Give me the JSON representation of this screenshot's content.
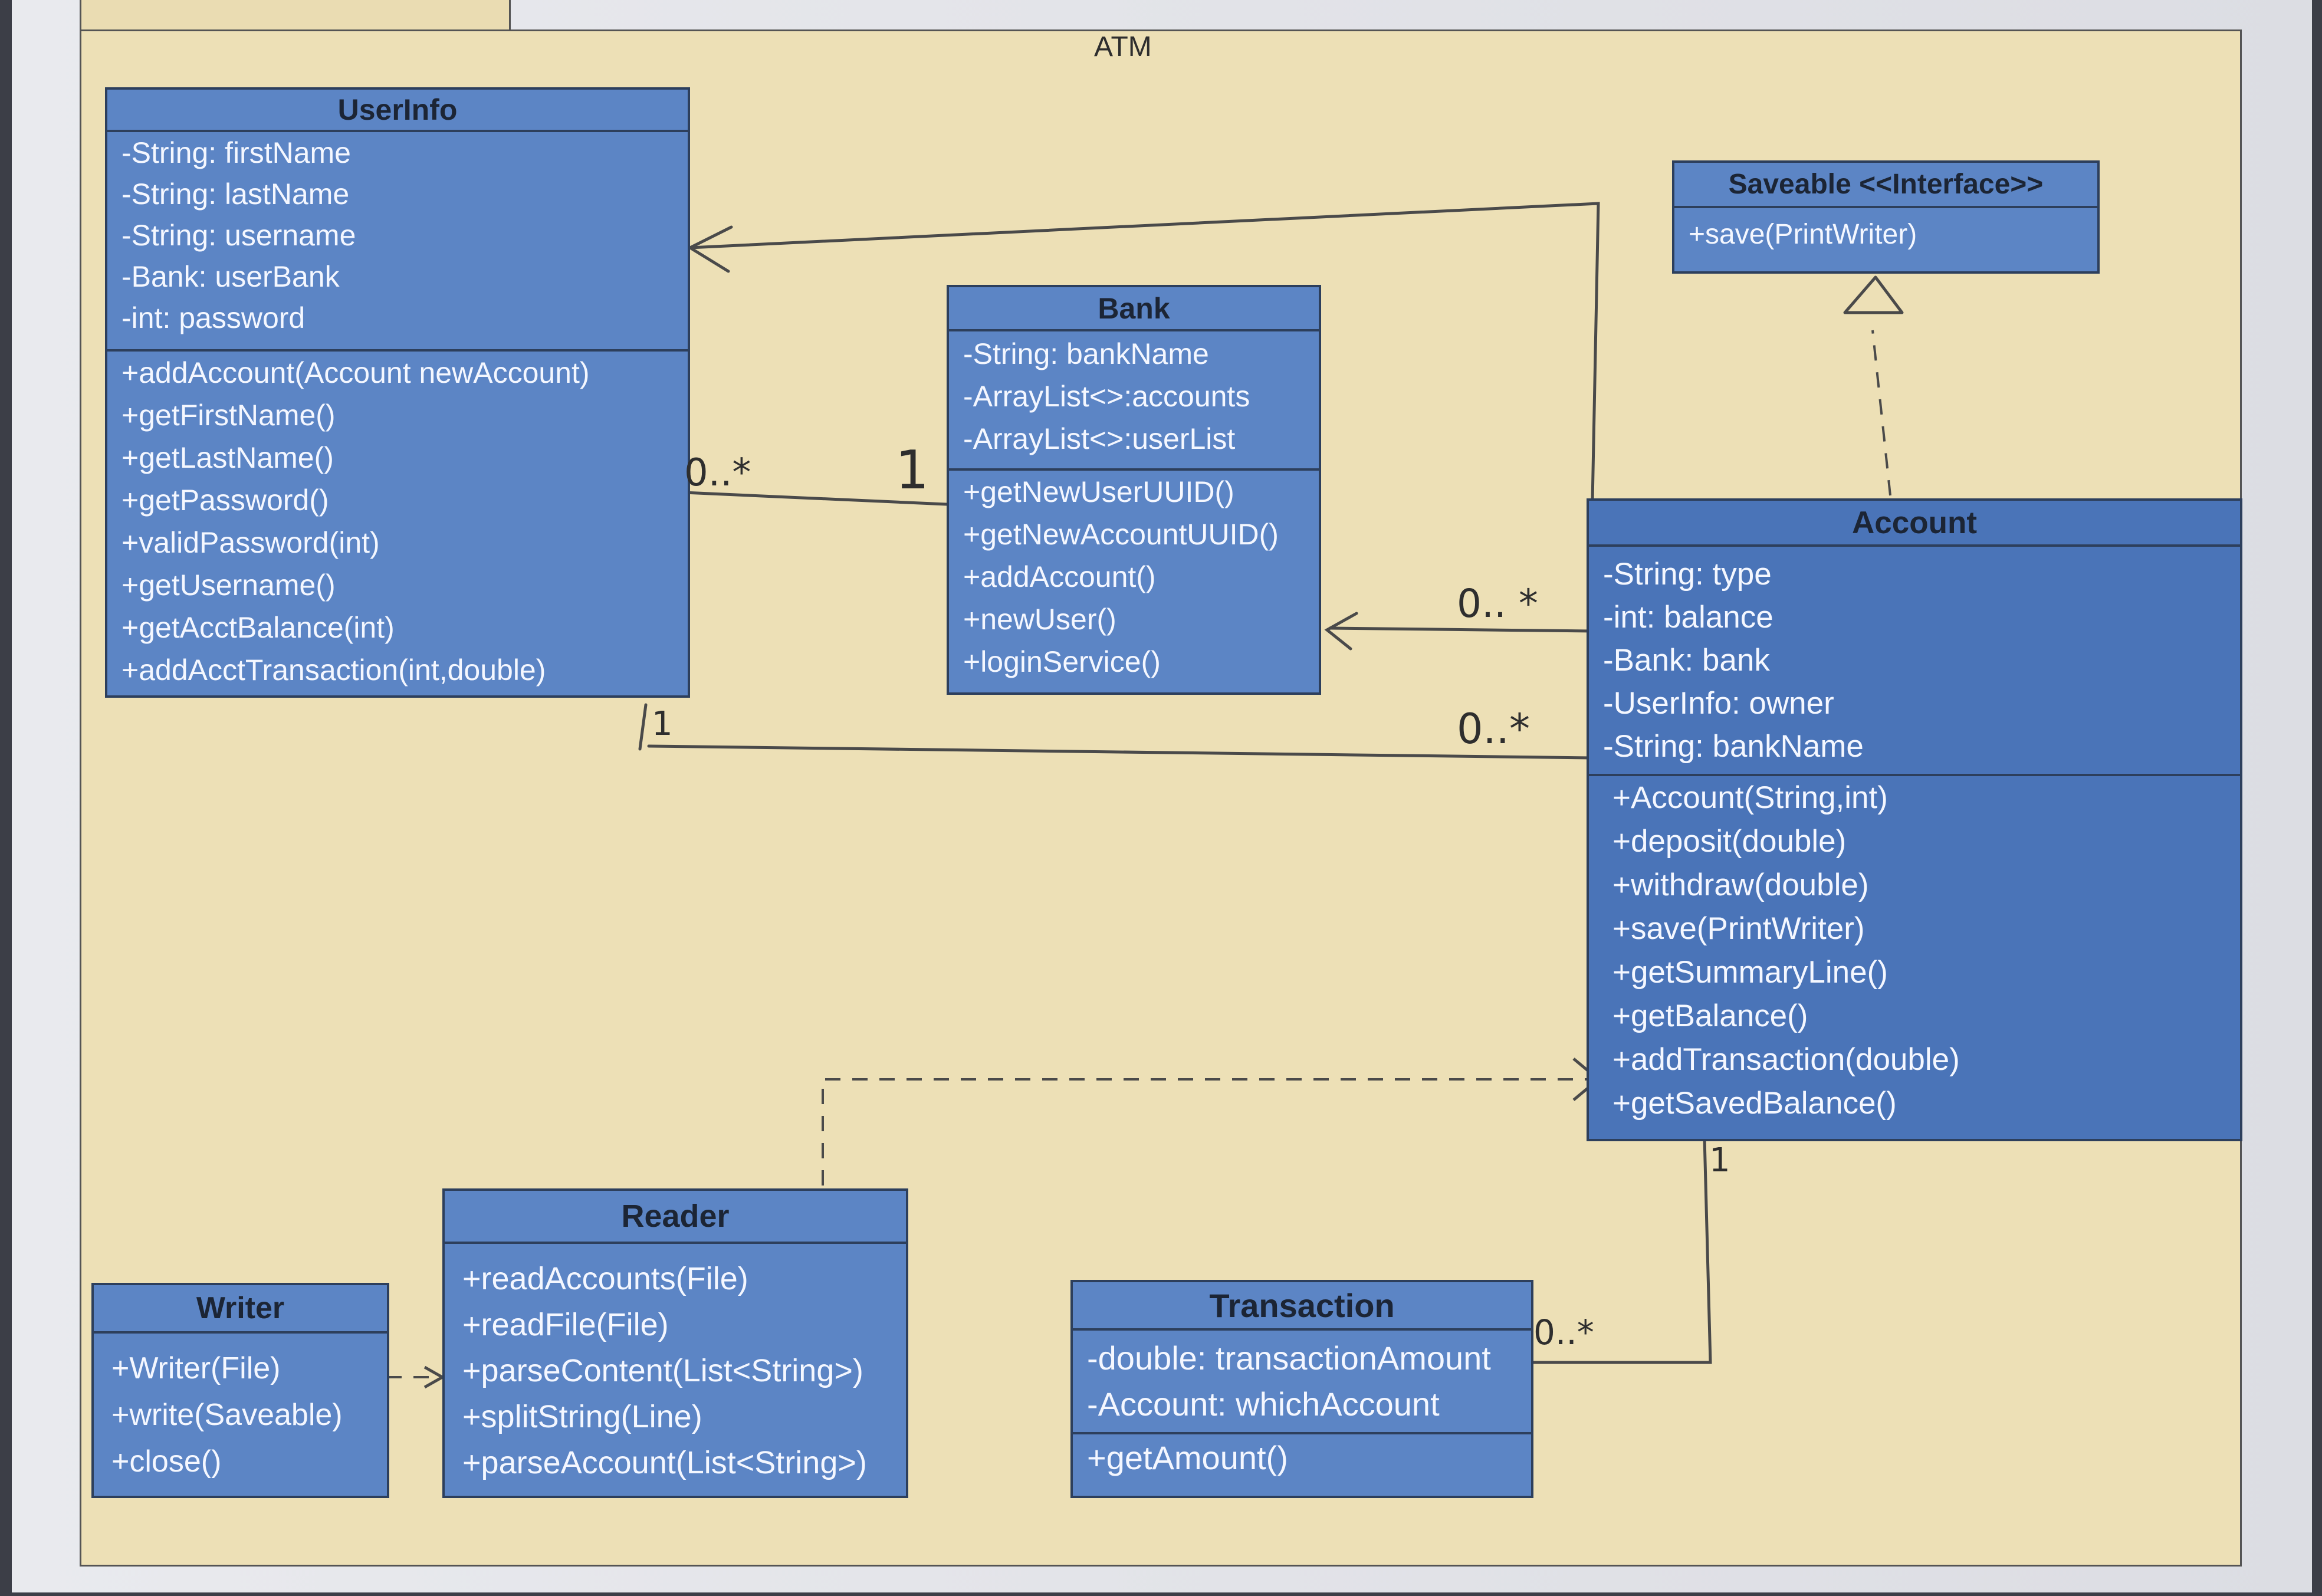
{
  "frame": {
    "title": "ATM"
  },
  "classes": {
    "userinfo": {
      "name": "UserInfo",
      "attributes": [
        "-String: firstName",
        "-String: lastName",
        "-String: username",
        "-Bank: userBank",
        "-int: password"
      ],
      "methods": [
        "+addAccount(Account newAccount)",
        "+getFirstName()",
        "+getLastName()",
        "+getPassword()",
        "+validPassword(int)",
        "+getUsername()",
        "+getAcctBalance(int)",
        "+addAcctTransaction(int,double)"
      ]
    },
    "bank": {
      "name": "Bank",
      "attributes": [
        "-String: bankName",
        "-ArrayList<>:accounts",
        "-ArrayList<>:userList"
      ],
      "methods": [
        "+getNewUserUUID()",
        "+getNewAccountUUID()",
        "+addAccount()",
        "+newUser()",
        "+loginService()"
      ]
    },
    "saveable": {
      "name": "Saveable <<Interface>>",
      "methods": [
        "+save(PrintWriter)"
      ]
    },
    "account": {
      "name": "Account",
      "attributes": [
        "-String: type",
        "-int: balance",
        "-Bank: bank",
        "-UserInfo: owner",
        "-String: bankName"
      ],
      "methods": [
        "+Account(String,int)",
        "+deposit(double)",
        "+withdraw(double)",
        "+save(PrintWriter)",
        "+getSummaryLine()",
        "+getBalance()",
        "+addTransaction(double)",
        "+getSavedBalance()"
      ]
    },
    "writer": {
      "name": "Writer",
      "methods": [
        "+Writer(File)",
        "+write(Saveable)",
        "+close()"
      ]
    },
    "reader": {
      "name": "Reader",
      "methods": [
        "+readAccounts(File)",
        "+readFile(File)",
        "+parseContent(List<String>)",
        "+splitString(Line)",
        "+parseAccount(List<String>)"
      ]
    },
    "transaction": {
      "name": "Transaction",
      "attributes": [
        "-double: transactionAmount",
        "-Account: whichAccount"
      ],
      "methods": [
        "+getAmount()"
      ]
    }
  },
  "multiplicities": {
    "userinfo_bank_many": "0..*",
    "userinfo_bank_one": "1",
    "account_bank_many": "0.. *",
    "account_userinfo_many": "0..*",
    "account_userinfo_one": "1",
    "account_transaction_one": "1",
    "transaction_account_many": "0..*"
  },
  "colors": {
    "class_fill": "#5c85c5",
    "class_border": "#2d3f5c",
    "frame_fill": "#ede0b6",
    "line_color": "#4a4a4a"
  }
}
